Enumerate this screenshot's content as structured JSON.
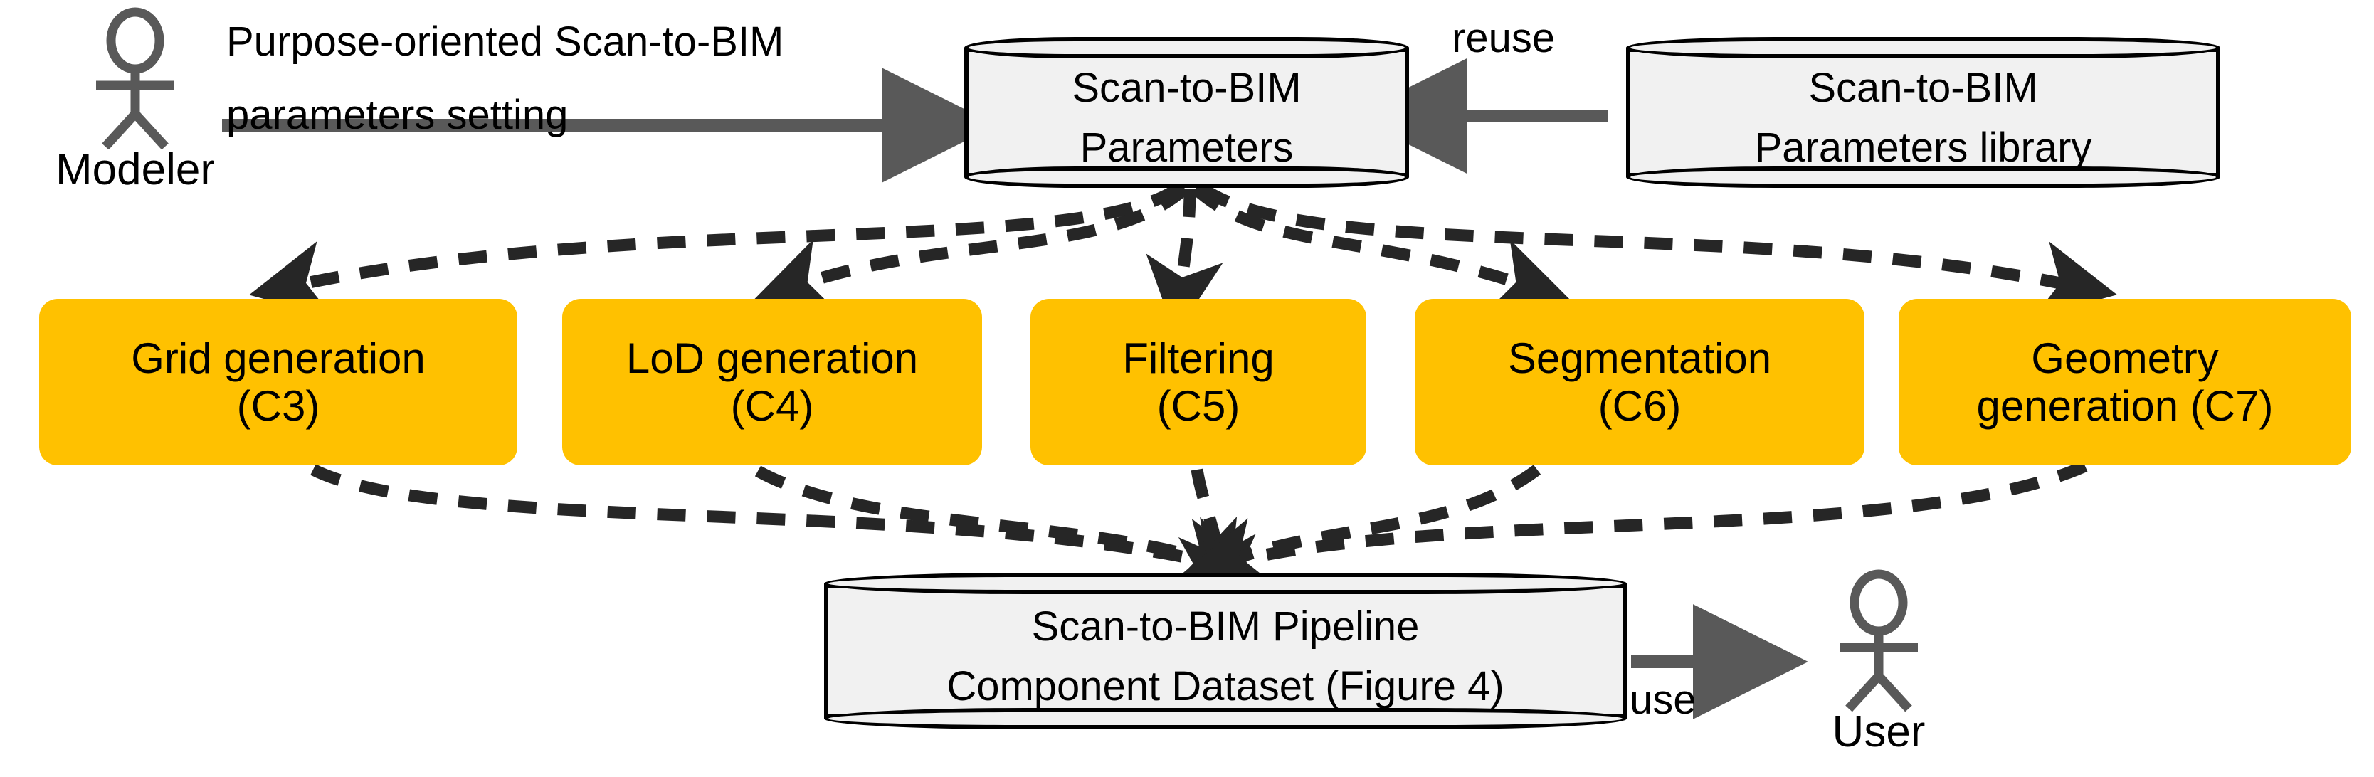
{
  "diagram": {
    "title": "Purpose-oriented Scan-to-BIM parameter workflow",
    "colors": {
      "process_fill": "#FFC100",
      "datastore_fill": "#F1F1F1",
      "datastore_stroke": "#000000",
      "solid_arrow": "#595959",
      "dashed_arrow": "#262626",
      "text": "#000000",
      "background": "#FFFFFF"
    },
    "actors": [
      {
        "id": "modeler",
        "label": "Modeler"
      },
      {
        "id": "user",
        "label": "User"
      }
    ],
    "datastores": [
      {
        "id": "scan-to-bim-parameters",
        "lines": [
          "Scan-to-BIM",
          "Parameters"
        ]
      },
      {
        "id": "scan-to-bim-parameters-library",
        "lines": [
          "Scan-to-BIM",
          "Parameters library"
        ]
      },
      {
        "id": "scan-to-bim-pipeline-component-dataset",
        "lines": [
          "Scan-to-BIM Pipeline",
          "Component Dataset (Figure 4)"
        ]
      }
    ],
    "processes": [
      {
        "id": "grid-generation",
        "lines": [
          "Grid generation",
          "(C3)"
        ]
      },
      {
        "id": "lod-generation",
        "lines": [
          "LoD generation",
          "(C4)"
        ]
      },
      {
        "id": "filtering",
        "lines": [
          "Filtering",
          "(C5)"
        ]
      },
      {
        "id": "segmentation",
        "lines": [
          "Segmentation",
          "(C6)"
        ]
      },
      {
        "id": "geometry-generation",
        "lines": [
          "Geometry",
          "generation (C7)"
        ]
      }
    ],
    "edge_labels": [
      {
        "id": "parameters-setting",
        "lines": [
          "Purpose-oriented Scan-to-BIM",
          "parameters setting"
        ],
        "style": "solid"
      },
      {
        "id": "reuse",
        "lines": [
          "reuse"
        ],
        "style": "solid"
      },
      {
        "id": "use",
        "lines": [
          "use"
        ],
        "style": "solid"
      }
    ],
    "connectors": [
      {
        "from": "modeler",
        "to": "scan-to-bim-parameters",
        "style": "solid",
        "label": "Purpose-oriented Scan-to-BIM parameters setting"
      },
      {
        "from": "scan-to-bim-parameters-library",
        "to": "scan-to-bim-parameters",
        "style": "solid",
        "label": "reuse"
      },
      {
        "from": "scan-to-bim-parameters",
        "to": "grid-generation",
        "style": "dashed",
        "label": ""
      },
      {
        "from": "scan-to-bim-parameters",
        "to": "lod-generation",
        "style": "dashed",
        "label": ""
      },
      {
        "from": "scan-to-bim-parameters",
        "to": "filtering",
        "style": "dashed",
        "label": ""
      },
      {
        "from": "scan-to-bim-parameters",
        "to": "segmentation",
        "style": "dashed",
        "label": ""
      },
      {
        "from": "scan-to-bim-parameters",
        "to": "geometry-generation",
        "style": "dashed",
        "label": ""
      },
      {
        "from": "grid-generation",
        "to": "scan-to-bim-pipeline-component-dataset",
        "style": "dashed",
        "label": ""
      },
      {
        "from": "lod-generation",
        "to": "scan-to-bim-pipeline-component-dataset",
        "style": "dashed",
        "label": ""
      },
      {
        "from": "filtering",
        "to": "scan-to-bim-pipeline-component-dataset",
        "style": "dashed",
        "label": ""
      },
      {
        "from": "segmentation",
        "to": "scan-to-bim-pipeline-component-dataset",
        "style": "dashed",
        "label": ""
      },
      {
        "from": "geometry-generation",
        "to": "scan-to-bim-pipeline-component-dataset",
        "style": "dashed",
        "label": ""
      },
      {
        "from": "scan-to-bim-pipeline-component-dataset",
        "to": "user",
        "style": "solid",
        "label": "use"
      }
    ]
  }
}
